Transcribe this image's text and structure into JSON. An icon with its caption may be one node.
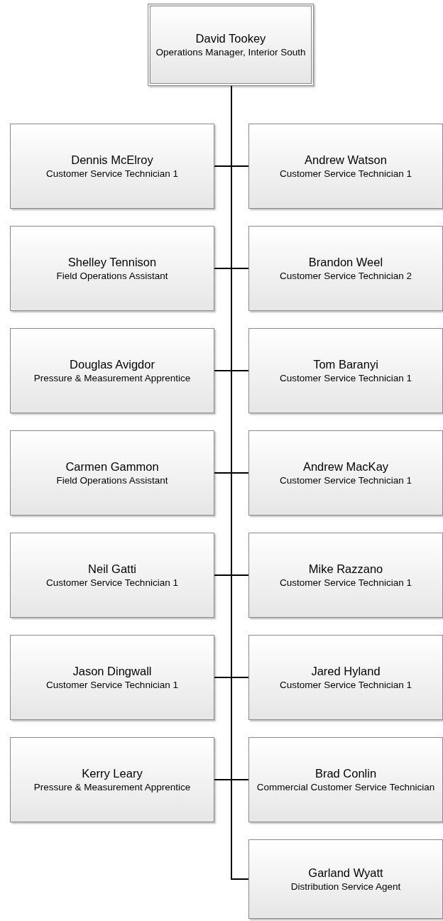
{
  "diagram": {
    "nodes": [
      {
        "text": [
          "David Tookey",
          "Operations Manager, Interior South"
        ]
      },
      {
        "text": [
          "Dennis McElroy",
          "Customer Service Technician 1"
        ]
      },
      {
        "text": [
          "Andrew Watson",
          "Customer Service Technician 1"
        ]
      },
      {
        "text": [
          "Shelley Tennison",
          "Field Operations Assistant"
        ]
      },
      {
        "text": [
          "Brandon Weel",
          "Customer Service Technician 2"
        ]
      },
      {
        "text": [
          "Douglas Avigdor",
          "Pressure & Measurement Apprentice"
        ]
      },
      {
        "text": [
          "Tom Baranyi",
          "Customer Service Technician 1"
        ]
      },
      {
        "text": [
          "Carmen Gammon",
          "Field Operations Assistant"
        ]
      },
      {
        "text": [
          "Andrew MacKay",
          "Customer Service Technician 1"
        ]
      },
      {
        "text": [
          "Neil Gatti",
          "Customer Service Technician 1"
        ]
      },
      {
        "text": [
          "Mike Razzano",
          "Customer Service Technician 1"
        ]
      },
      {
        "text": [
          "Jason Dingwall",
          "Customer Service Technician 1"
        ]
      },
      {
        "text": [
          "Jared Hyland",
          "Customer Service Technician 1"
        ]
      },
      {
        "text": [
          "Kerry Leary",
          "Pressure & Measurement Apprentice"
        ]
      },
      {
        "text": [
          "Brad Conlin",
          "Commercial Customer Service Technician"
        ]
      },
      {
        "text": [
          "Garland Wyatt",
          "Distribution Service Agent"
        ]
      }
    ],
    "edges": [
      {
        "from": 0,
        "to": 1,
        "arrow": "none"
      },
      {
        "from": 0,
        "to": 2,
        "arrow": "none"
      },
      {
        "from": 0,
        "to": 3,
        "arrow": "none"
      },
      {
        "from": 0,
        "to": 4,
        "arrow": "none"
      },
      {
        "from": 0,
        "to": 5,
        "arrow": "none"
      },
      {
        "from": 0,
        "to": 6,
        "arrow": "none"
      },
      {
        "from": 0,
        "to": 7,
        "arrow": "none"
      },
      {
        "from": 0,
        "to": 8,
        "arrow": "none"
      },
      {
        "from": 0,
        "to": 9,
        "arrow": "none"
      },
      {
        "from": 0,
        "to": 10,
        "arrow": "none"
      },
      {
        "from": 0,
        "to": 11,
        "arrow": "none"
      },
      {
        "from": 0,
        "to": 12,
        "arrow": "none"
      },
      {
        "from": 0,
        "to": 13,
        "arrow": "none"
      },
      {
        "from": 0,
        "to": 14,
        "arrow": "none"
      },
      {
        "from": 0,
        "to": 15,
        "arrow": "none"
      }
    ]
  }
}
